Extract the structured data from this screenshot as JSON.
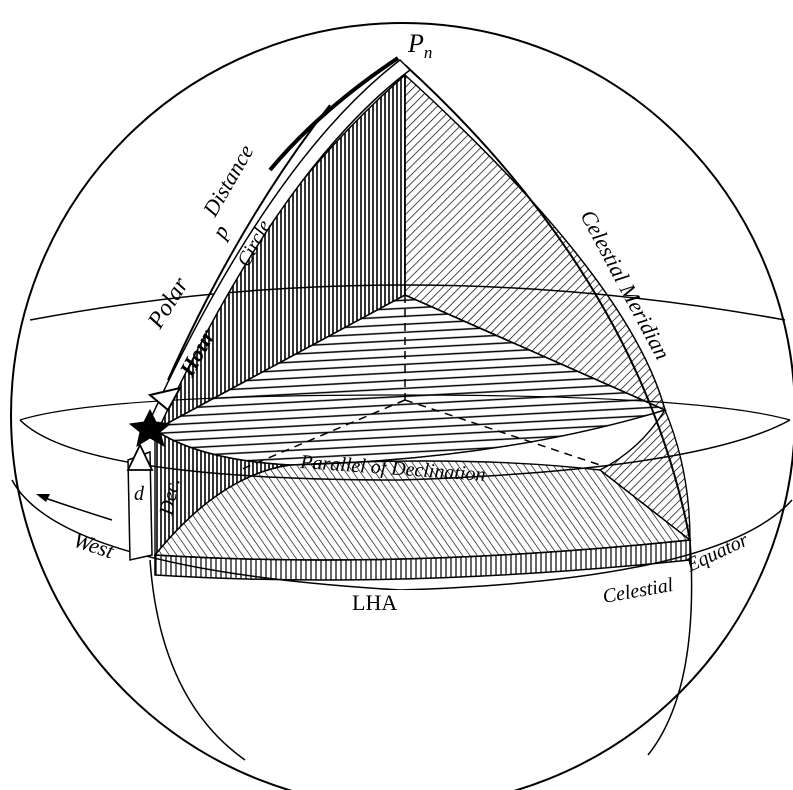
{
  "labels": {
    "pole": "P",
    "pole_subscript": "n",
    "celestial_meridian": "Celestial Meridian",
    "polar": "Polar",
    "distance": "Distance",
    "p": "p",
    "hour": "Hour",
    "circle": "Circle",
    "parallel_of_declination": "Parallel of Declination",
    "dec": "Dec.",
    "d": "d",
    "west": "West",
    "lha": "LHA",
    "celestial": "Celestial",
    "equator": "Equator"
  },
  "colors": {
    "ink": "#000000",
    "paper": "#ffffff"
  },
  "icons": {
    "star": "star-icon",
    "west_arrow": "arrow-left-icon"
  }
}
